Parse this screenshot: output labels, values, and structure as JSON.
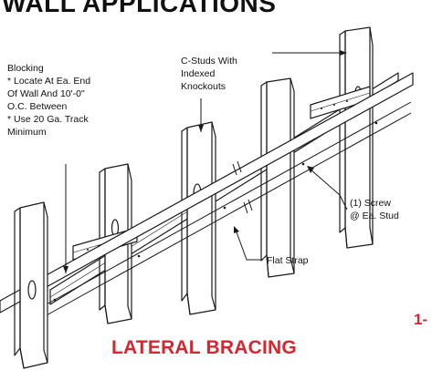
{
  "header": {
    "text": "WALL APPLICATIONS"
  },
  "callouts": {
    "blocking": [
      "Blocking",
      "* Locate At Ea. End",
      "Of Wall And 10'-0\"",
      "O.C. Between",
      "* Use 20 Ga. Track",
      "Minimum"
    ],
    "studs": [
      "C-Studs With",
      "Indexed",
      "Knockouts"
    ],
    "screw": [
      "(1) Screw",
      "@ Ea. Stud"
    ],
    "strap": "Flat Strap"
  },
  "title": "LATERAL BRACING",
  "edge_text": "1-",
  "colors": {
    "title": "#d8262f",
    "line": "#1a1a1a",
    "background": "#ffffff"
  }
}
